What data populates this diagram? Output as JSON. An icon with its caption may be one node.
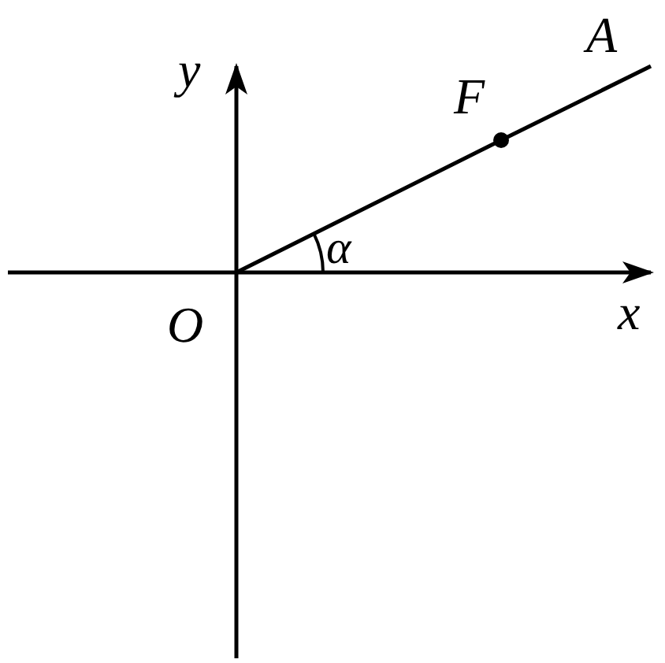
{
  "diagram": {
    "nodes": [
      {
        "text": [
          "O"
        ]
      },
      {
        "text": [],
        "shape": "circle",
        "beside": [
          "F"
        ]
      },
      {
        "text": [
          "A"
        ]
      }
    ],
    "edges": [
      {
        "from": 0,
        "to": 1,
        "arrow": "none"
      },
      {
        "from": 1,
        "to": 2,
        "arrow": "none"
      }
    ],
    "labels": [
      "x",
      "y",
      "α"
    ]
  }
}
